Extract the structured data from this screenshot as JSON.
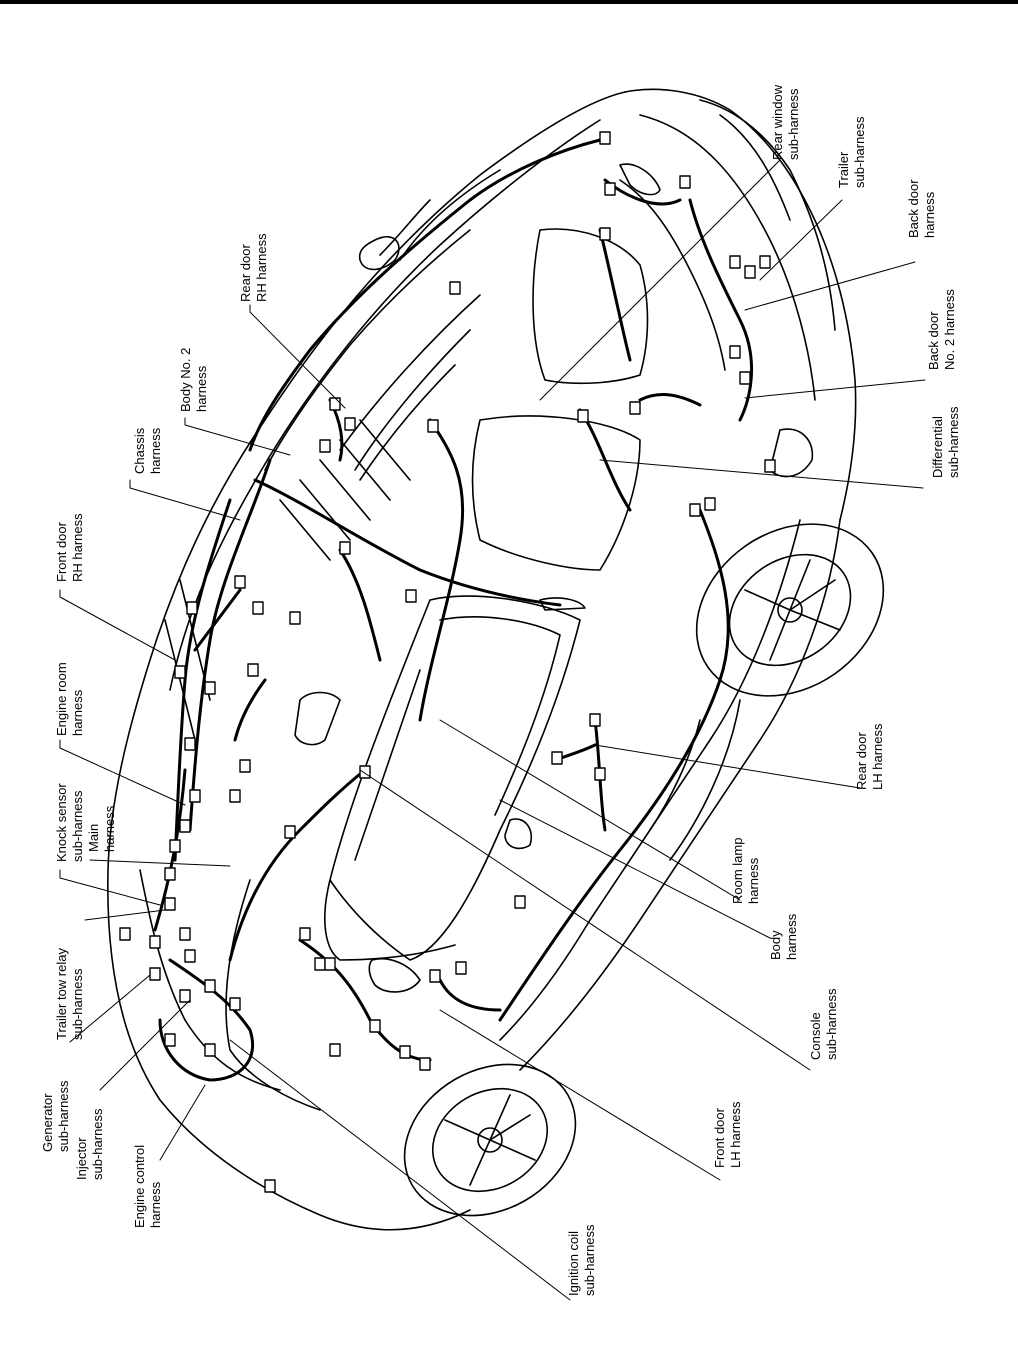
{
  "labels": {
    "rear_window": [
      "Rear window",
      "sub-harness"
    ],
    "trailer": [
      "Trailer",
      "sub-harness"
    ],
    "back_door": [
      "Back door",
      "harness"
    ],
    "back_door_no2": [
      "Back door",
      "No. 2 harness"
    ],
    "differential": [
      "Differential",
      "sub-harness"
    ],
    "rear_door_rh": [
      "Rear door",
      "RH harness"
    ],
    "body_no2": [
      "Body No. 2",
      "harness"
    ],
    "chassis": [
      "Chassis",
      "harness"
    ],
    "front_door_rh": [
      "Front door",
      "RH harness"
    ],
    "engine_room": [
      "Engine room",
      "harness"
    ],
    "knock_sensor": [
      "Knock sensor",
      "sub-harness"
    ],
    "main": [
      "Main",
      "harness"
    ],
    "trailer_tow_relay": [
      "Trailer tow relay",
      "sub-harness"
    ],
    "generator": [
      "Generator",
      "sub-harness"
    ],
    "injector": [
      "Injector",
      "sub-harness"
    ],
    "engine_control": [
      "Engine control",
      "harness"
    ],
    "ignition_coil": [
      "Ignition coil",
      "sub-harness"
    ],
    "front_door_lh": [
      "Front door",
      "LH harness"
    ],
    "console": [
      "Console",
      "sub-harness"
    ],
    "body": [
      "Body",
      "harness"
    ],
    "room_lamp": [
      "Room lamp",
      "harness"
    ],
    "rear_door_lh": [
      "Rear door",
      "LH harness"
    ]
  }
}
